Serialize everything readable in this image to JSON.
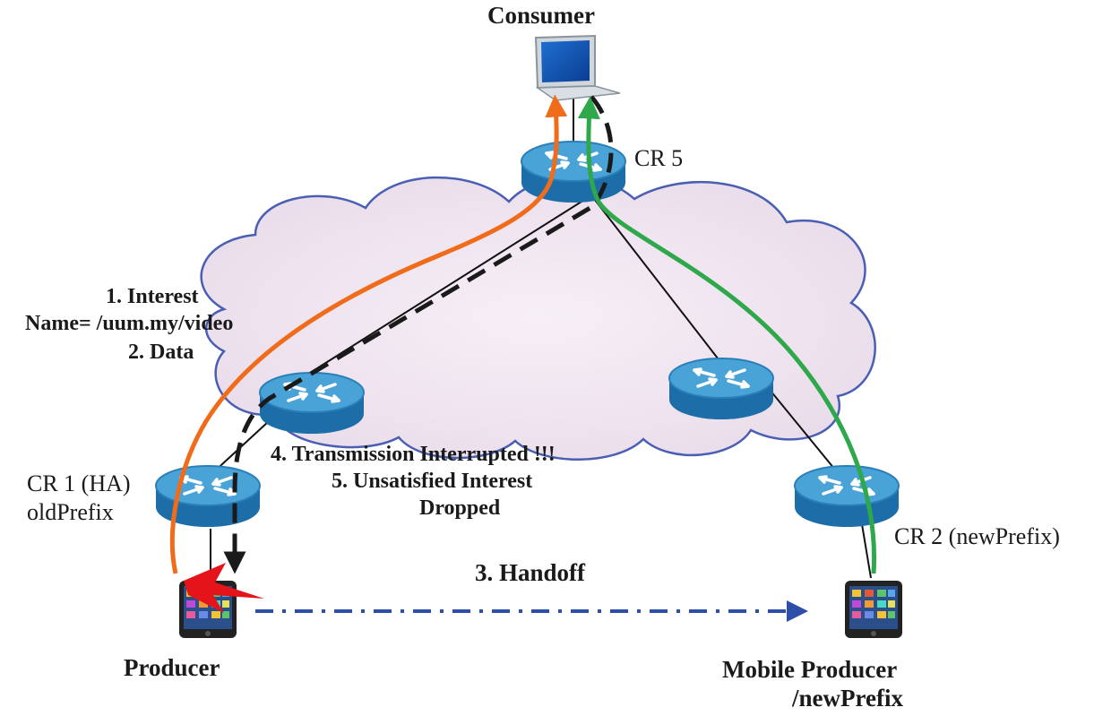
{
  "labels": {
    "consumer": "Consumer",
    "cr5": "CR 5",
    "interest_line1": "1. Interest",
    "interest_line2": "Name= /uum.my/video",
    "data": "2. Data",
    "cr1_line1": "CR 1 (HA)",
    "cr1_line2": "oldPrefix",
    "interrupted": "4. Transmission Interrupted !!!",
    "unsatisfied_line1": "5. Unsatisfied Interest",
    "unsatisfied_line2": "Dropped",
    "handoff": "3. Handoff",
    "cr2": "CR 2 (newPrefix)",
    "producer": "Producer",
    "mobile_line1": "Mobile Producer",
    "mobile_line2": "/newPrefix"
  },
  "colors": {
    "cloud_fill": "#efe4ef",
    "cloud_stroke": "#4a5fb4",
    "router_top": "#4aa3d6",
    "router_side": "#1d6ea8",
    "interest_path": "#f06c1a",
    "new_path": "#2ea84a",
    "dropped_path": "#1a1a1a",
    "handoff_path": "#2e4fa8"
  },
  "icons": [
    "laptop-icon",
    "router-icon",
    "smartphone-icon",
    "broken-link-icon"
  ]
}
